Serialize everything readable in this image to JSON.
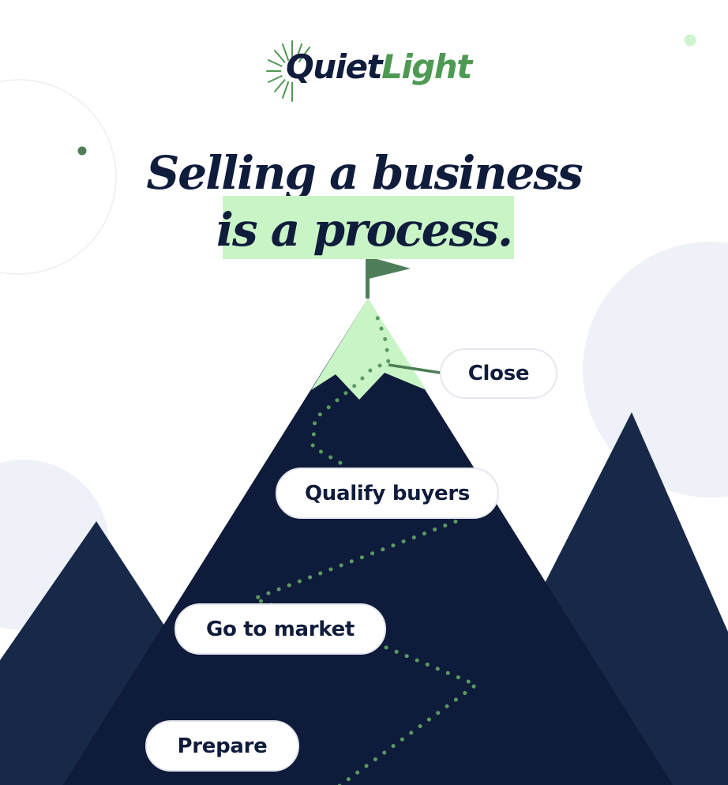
{
  "logo": {
    "word_part1": "Quiet",
    "word_part2": "Light",
    "icon": "sunburst-icon"
  },
  "headline": {
    "line1": "Selling a business",
    "line2": "is a process."
  },
  "steps": {
    "close": "Close",
    "qualify": "Qualify buyers",
    "market": "Go to market",
    "prepare": "Prepare"
  },
  "icons": {
    "flag": "flag-icon"
  },
  "colors": {
    "navy": "#101c3c",
    "navy_side": "#172849",
    "green": "#4e9a53",
    "mint": "#c9f5c6",
    "trail": "#5a9a63",
    "circle": "#eef2f8"
  }
}
